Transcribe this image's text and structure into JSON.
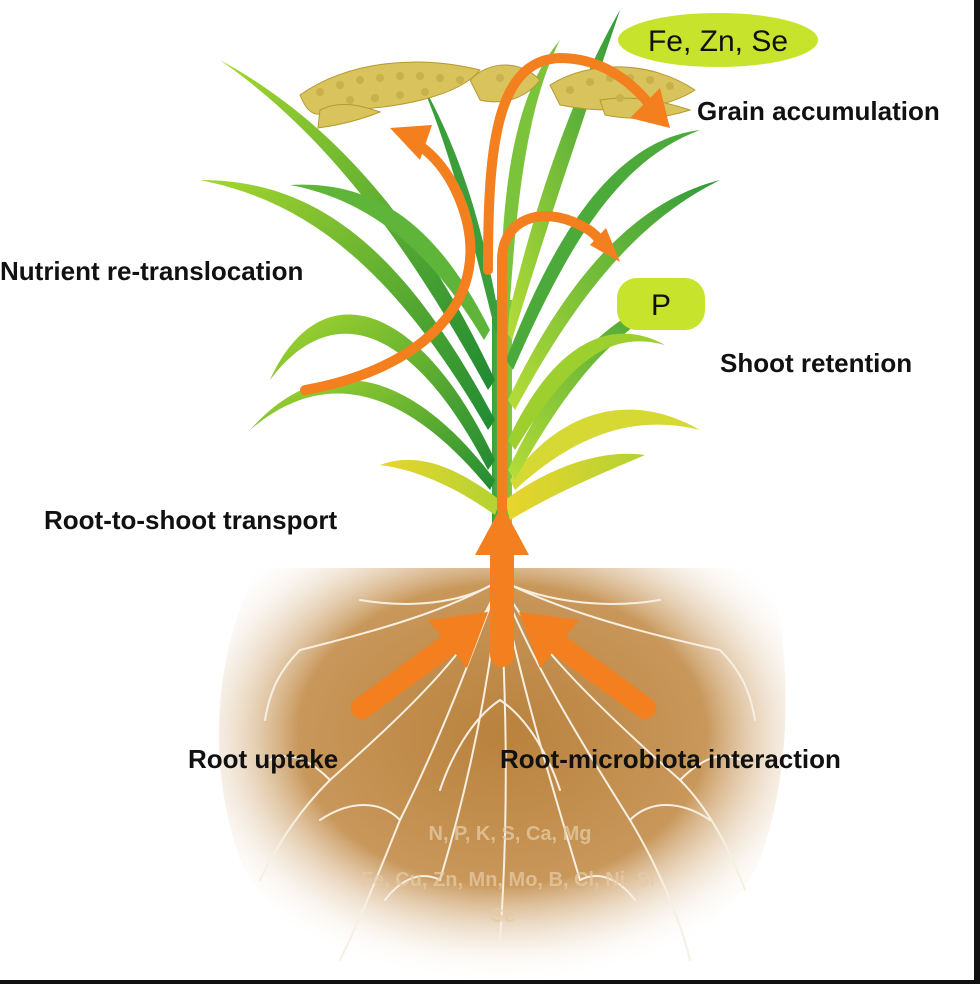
{
  "labels": {
    "grain_accumulation": "Grain accumulation",
    "nutrient_retranslocation": "Nutrient re-translocation",
    "shoot_retention": "Shoot retention",
    "root_to_shoot": "Root-to-shoot transport",
    "root_uptake": "Root uptake",
    "root_microbiota": "Root-microbiota interaction"
  },
  "pills": {
    "grain_elements": "Fe, Zn, Se",
    "shoot_element": "P"
  },
  "soil_nutrients": {
    "line1": "N, P, K, S, Ca, Mg",
    "line2": "Fe, Cu, Zn, Mn, Mo, B, Cl, Ni, Si",
    "line3": "Se"
  },
  "colors": {
    "arrow": "#f37f1e",
    "leaf_dark": "#2e9a3a",
    "leaf_light": "#9ed02c",
    "grain": "#d9c35c",
    "soil": "#c38f47",
    "pill_grain": "#c8e32c",
    "pill_shoot": "#c8e32c"
  },
  "icons": [
    "grain-panicle-icon",
    "leaf-icon",
    "root-icon",
    "arrow-icon"
  ]
}
